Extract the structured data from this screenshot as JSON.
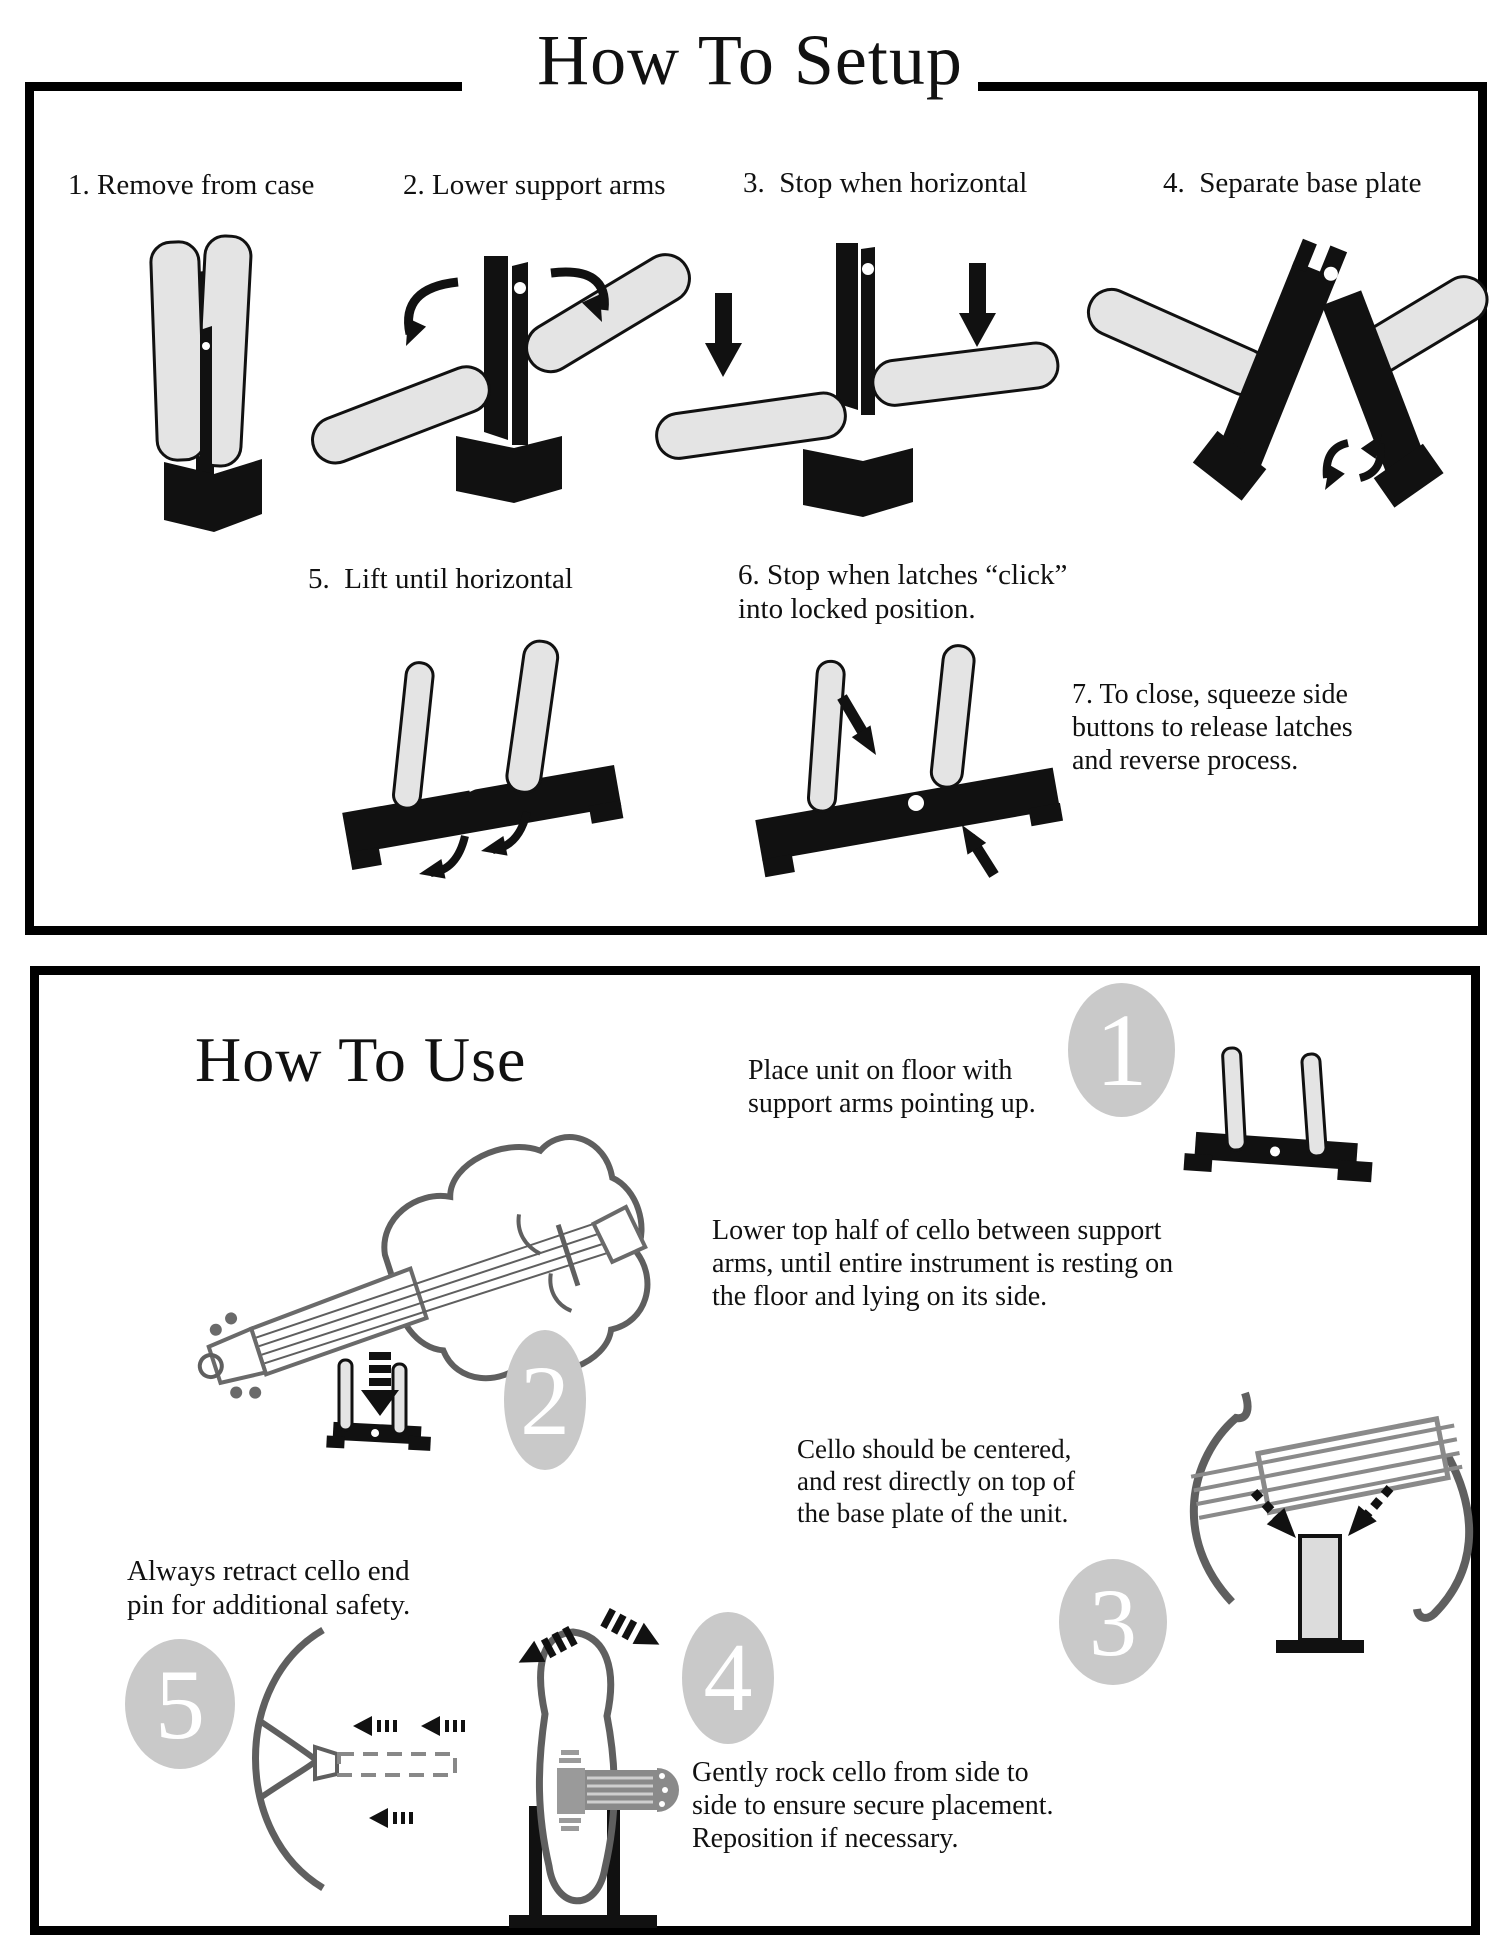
{
  "setup": {
    "title": "How To Setup",
    "steps": [
      "1. Remove from case",
      "2. Lower support arms",
      "3.  Stop when horizontal",
      "4.  Separate base plate"
    ],
    "step5": "5.  Lift until horizontal",
    "step6": "6. Stop when latches “click”\ninto locked position.",
    "step7": "7. To close, squeeze side\nbuttons to release latches\nand reverse process."
  },
  "use": {
    "title": "How To Use",
    "badges": [
      "1",
      "2",
      "3",
      "4",
      "5"
    ],
    "step1": "Place unit on floor with\nsupport arms pointing up.",
    "step2": "Lower top half of cello between support\narms, until entire instrument is resting on\nthe floor and lying on its side.",
    "step3": "Cello should be centered,\nand rest directly on top of\nthe base plate of the unit.",
    "step4": "Gently rock cello from side to\nside to ensure secure placement.\nReposition if necessary.",
    "step5": "Always retract cello end\npin for additional safety."
  },
  "colors": {
    "ink": "#111111",
    "arm_fill": "#e4e4e4",
    "badge_fill": "#c9c9c9",
    "badge_number": "#ffffff",
    "sketch_gray": "#5f5f5f",
    "paper": "#ffffff"
  }
}
